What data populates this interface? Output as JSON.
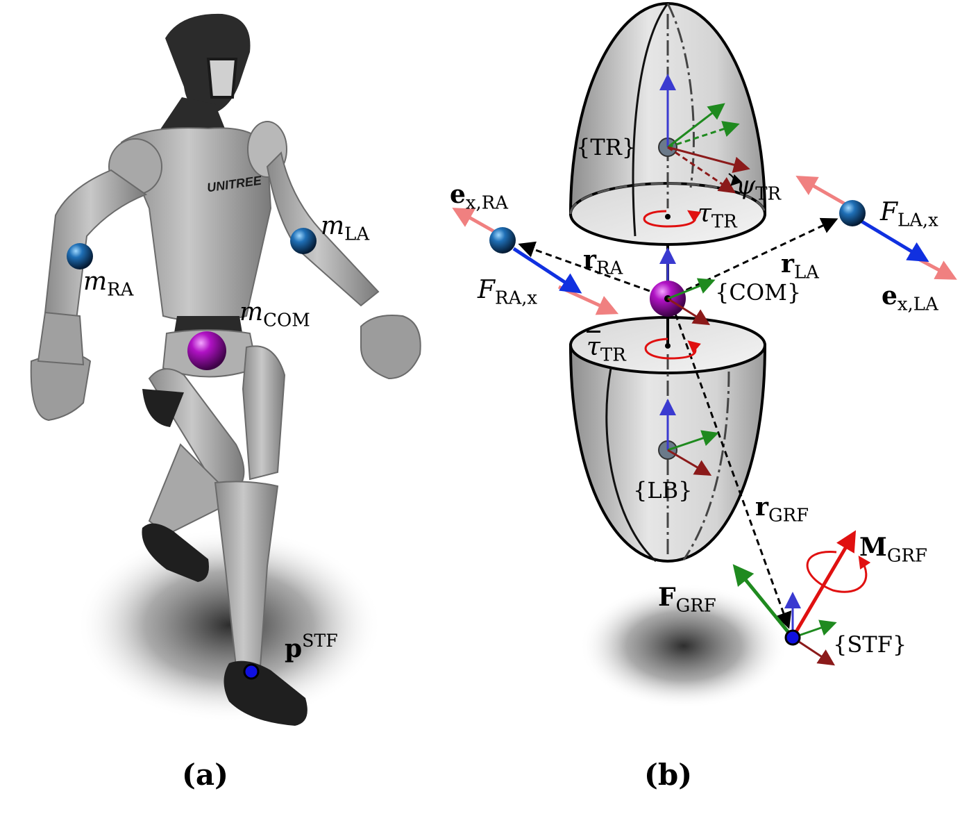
{
  "panel_a": {
    "caption": "(a)",
    "logo_text": "UNITREE",
    "labels": {
      "m_la": {
        "base": "m",
        "sub": "LA"
      },
      "m_ra": {
        "base": "m",
        "sub": "RA"
      },
      "m_com": {
        "base": "m",
        "sub": "COM"
      },
      "p_stf": {
        "base": "p",
        "sup": "STF"
      }
    }
  },
  "panel_b": {
    "caption": "(b)",
    "frames": {
      "tr": "{TR}",
      "com": "{COM}",
      "lb": "{LB}",
      "stf": "{STF}"
    },
    "labels": {
      "psi_tr": {
        "base": "ψ",
        "sub": "TR"
      },
      "tau_tr": {
        "base": "τ",
        "sub": "TR"
      },
      "tau_tr_bar": {
        "base": "τ",
        "sub": "TR"
      },
      "e_x_ra": {
        "base": "e",
        "sub": "x,RA"
      },
      "e_x_la": {
        "base": "e",
        "sub": "x,LA"
      },
      "r_ra": {
        "base": "r",
        "sub": "RA"
      },
      "r_la": {
        "base": "r",
        "sub": "LA"
      },
      "f_ra_x": {
        "base": "F",
        "sub": "RA,x"
      },
      "f_la_x": {
        "base": "F",
        "sub": "LA,x"
      },
      "r_grf": {
        "base": "r",
        "sub": "GRF"
      },
      "f_grf": {
        "base": "F",
        "sub": "GRF"
      },
      "m_grf": {
        "base": "M",
        "sub": "GRF"
      }
    }
  },
  "colors": {
    "arm_mass": "#0b4d8a",
    "com_mass": "#a314b0",
    "foot_point": "#1010e0",
    "axis_x": "#8b1a1a",
    "axis_y": "#1f8a1f",
    "axis_z": "#3a3ad0",
    "force": "#1030e0",
    "unit_vector": "#f08080",
    "moment": "#e01010"
  }
}
